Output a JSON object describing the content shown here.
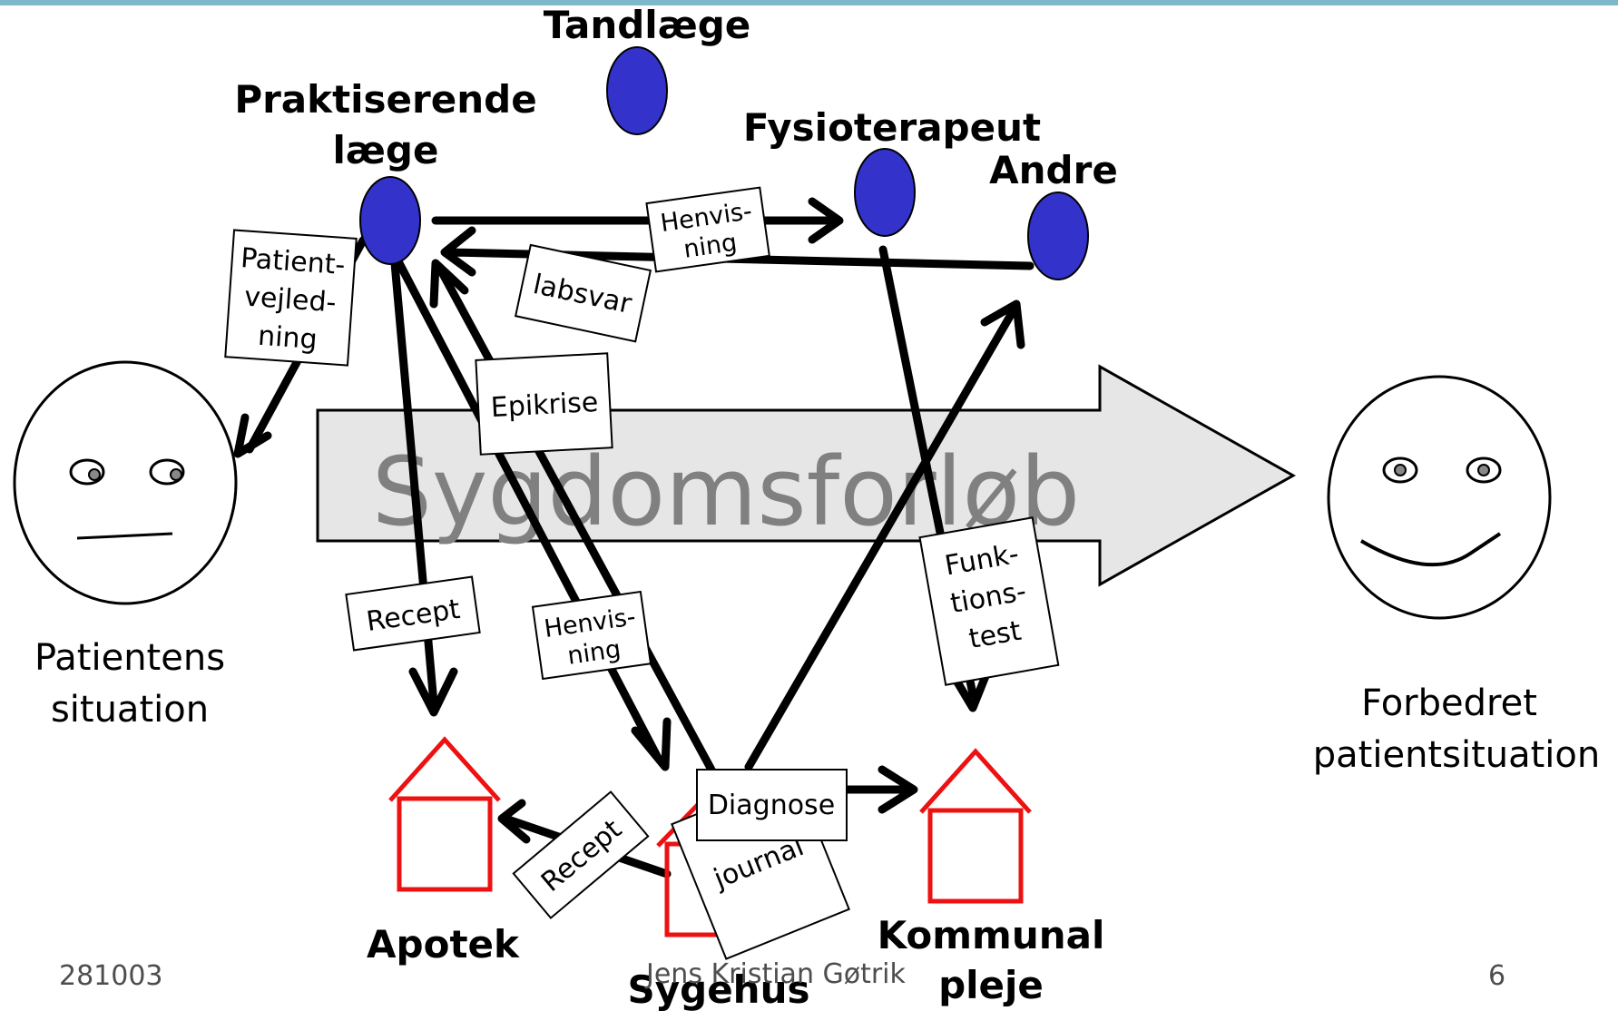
{
  "colors": {
    "top_bar": "#7fb8c8",
    "node_fill": "#3333cc",
    "house_stroke": "#ee1111",
    "arrow_fill": "#e6e6e6",
    "arrow_text": "#808080",
    "footer_text": "#4d4d4d"
  },
  "main_arrow": {
    "label": "Sygdomsforløb"
  },
  "nodes": {
    "tandlaege": "Tandlæge",
    "praktiserende_1": "Praktiserende",
    "praktiserende_2": "læge",
    "fysioterapeut": "Fysioterapeut",
    "andre": "Andre"
  },
  "places": {
    "apotek": "Apotek",
    "sygehus": "Sygehus",
    "kommunal_1": "Kommunal",
    "kommunal_2": "pleje"
  },
  "faces": {
    "left_1": "Patientens",
    "left_2": "situation",
    "right_1": "Forbedret",
    "right_2": "patientsituation"
  },
  "boxes": {
    "henvisning_top_1": "Henvis-",
    "henvisning_top_2": "ning",
    "labsvar": "labsvar",
    "patientvejledning_1": "Patient-",
    "patientvejledning_2": "vejled-",
    "patientvejledning_3": "ning",
    "epikrise": "Epikrise",
    "recept_left": "Recept",
    "henvisning_mid_1": "Henvis-",
    "henvisning_mid_2": "ning",
    "diagnose": "Diagnose",
    "journal": "journal",
    "recept_bottom": "Recept",
    "funktionstest_1": "Funk-",
    "funktionstest_2": "tions-",
    "funktionstest_3": "test"
  },
  "footer": {
    "date": "281003",
    "author": "Jens Kristian Gøtrik",
    "page": "6"
  }
}
